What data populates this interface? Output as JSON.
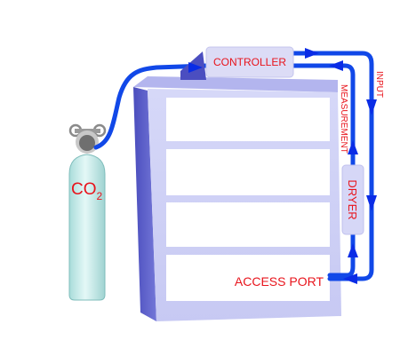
{
  "labels": {
    "controller": "CONTROLLER",
    "input": "INPUT",
    "measurement": "MEASUREMENT",
    "dryer": "DRYER",
    "access_port": "ACCESS PORT",
    "co2_main": "CO",
    "co2_sub": "2"
  },
  "colors": {
    "label_red": "#e8141c",
    "pipe_blue": "#1148e8",
    "arrow_blue": "#0a2ce6",
    "cabinet_face": "#cfd1f6",
    "cabinet_side": "#5c5fc9",
    "cabinet_top": "#b2b4ee",
    "drawer": "#ffffff",
    "cylinder": "#c6ecea",
    "controller_box": "#dcdcf6"
  },
  "icons": {
    "cylinder": "co2-gas-cylinder-icon",
    "valve": "cylinder-valve-icon",
    "arrow": "flow-arrow-icon"
  }
}
